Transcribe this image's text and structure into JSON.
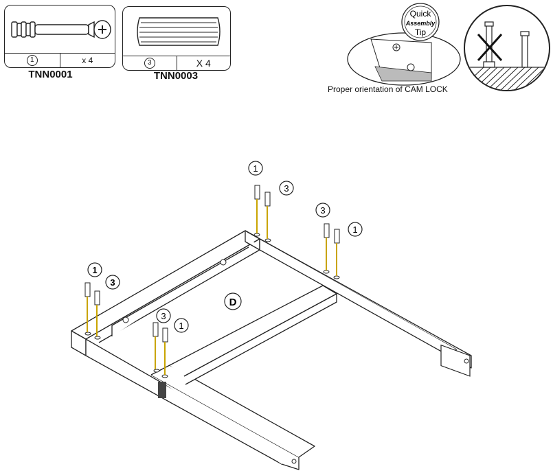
{
  "parts": [
    {
      "code": "TNN0001",
      "number": "1",
      "quantity": "x 4"
    },
    {
      "code": "TNN0003",
      "number": "3",
      "quantity": "X 4"
    }
  ],
  "tip": {
    "badge_lines": [
      "Quick",
      "Assembly",
      "Tip"
    ],
    "caption": "Proper orientation of CAM LOCK"
  },
  "diagram": {
    "panel_label": "D",
    "callouts": [
      "1",
      "3",
      "3",
      "1",
      "1",
      "3",
      "3",
      "1"
    ]
  }
}
